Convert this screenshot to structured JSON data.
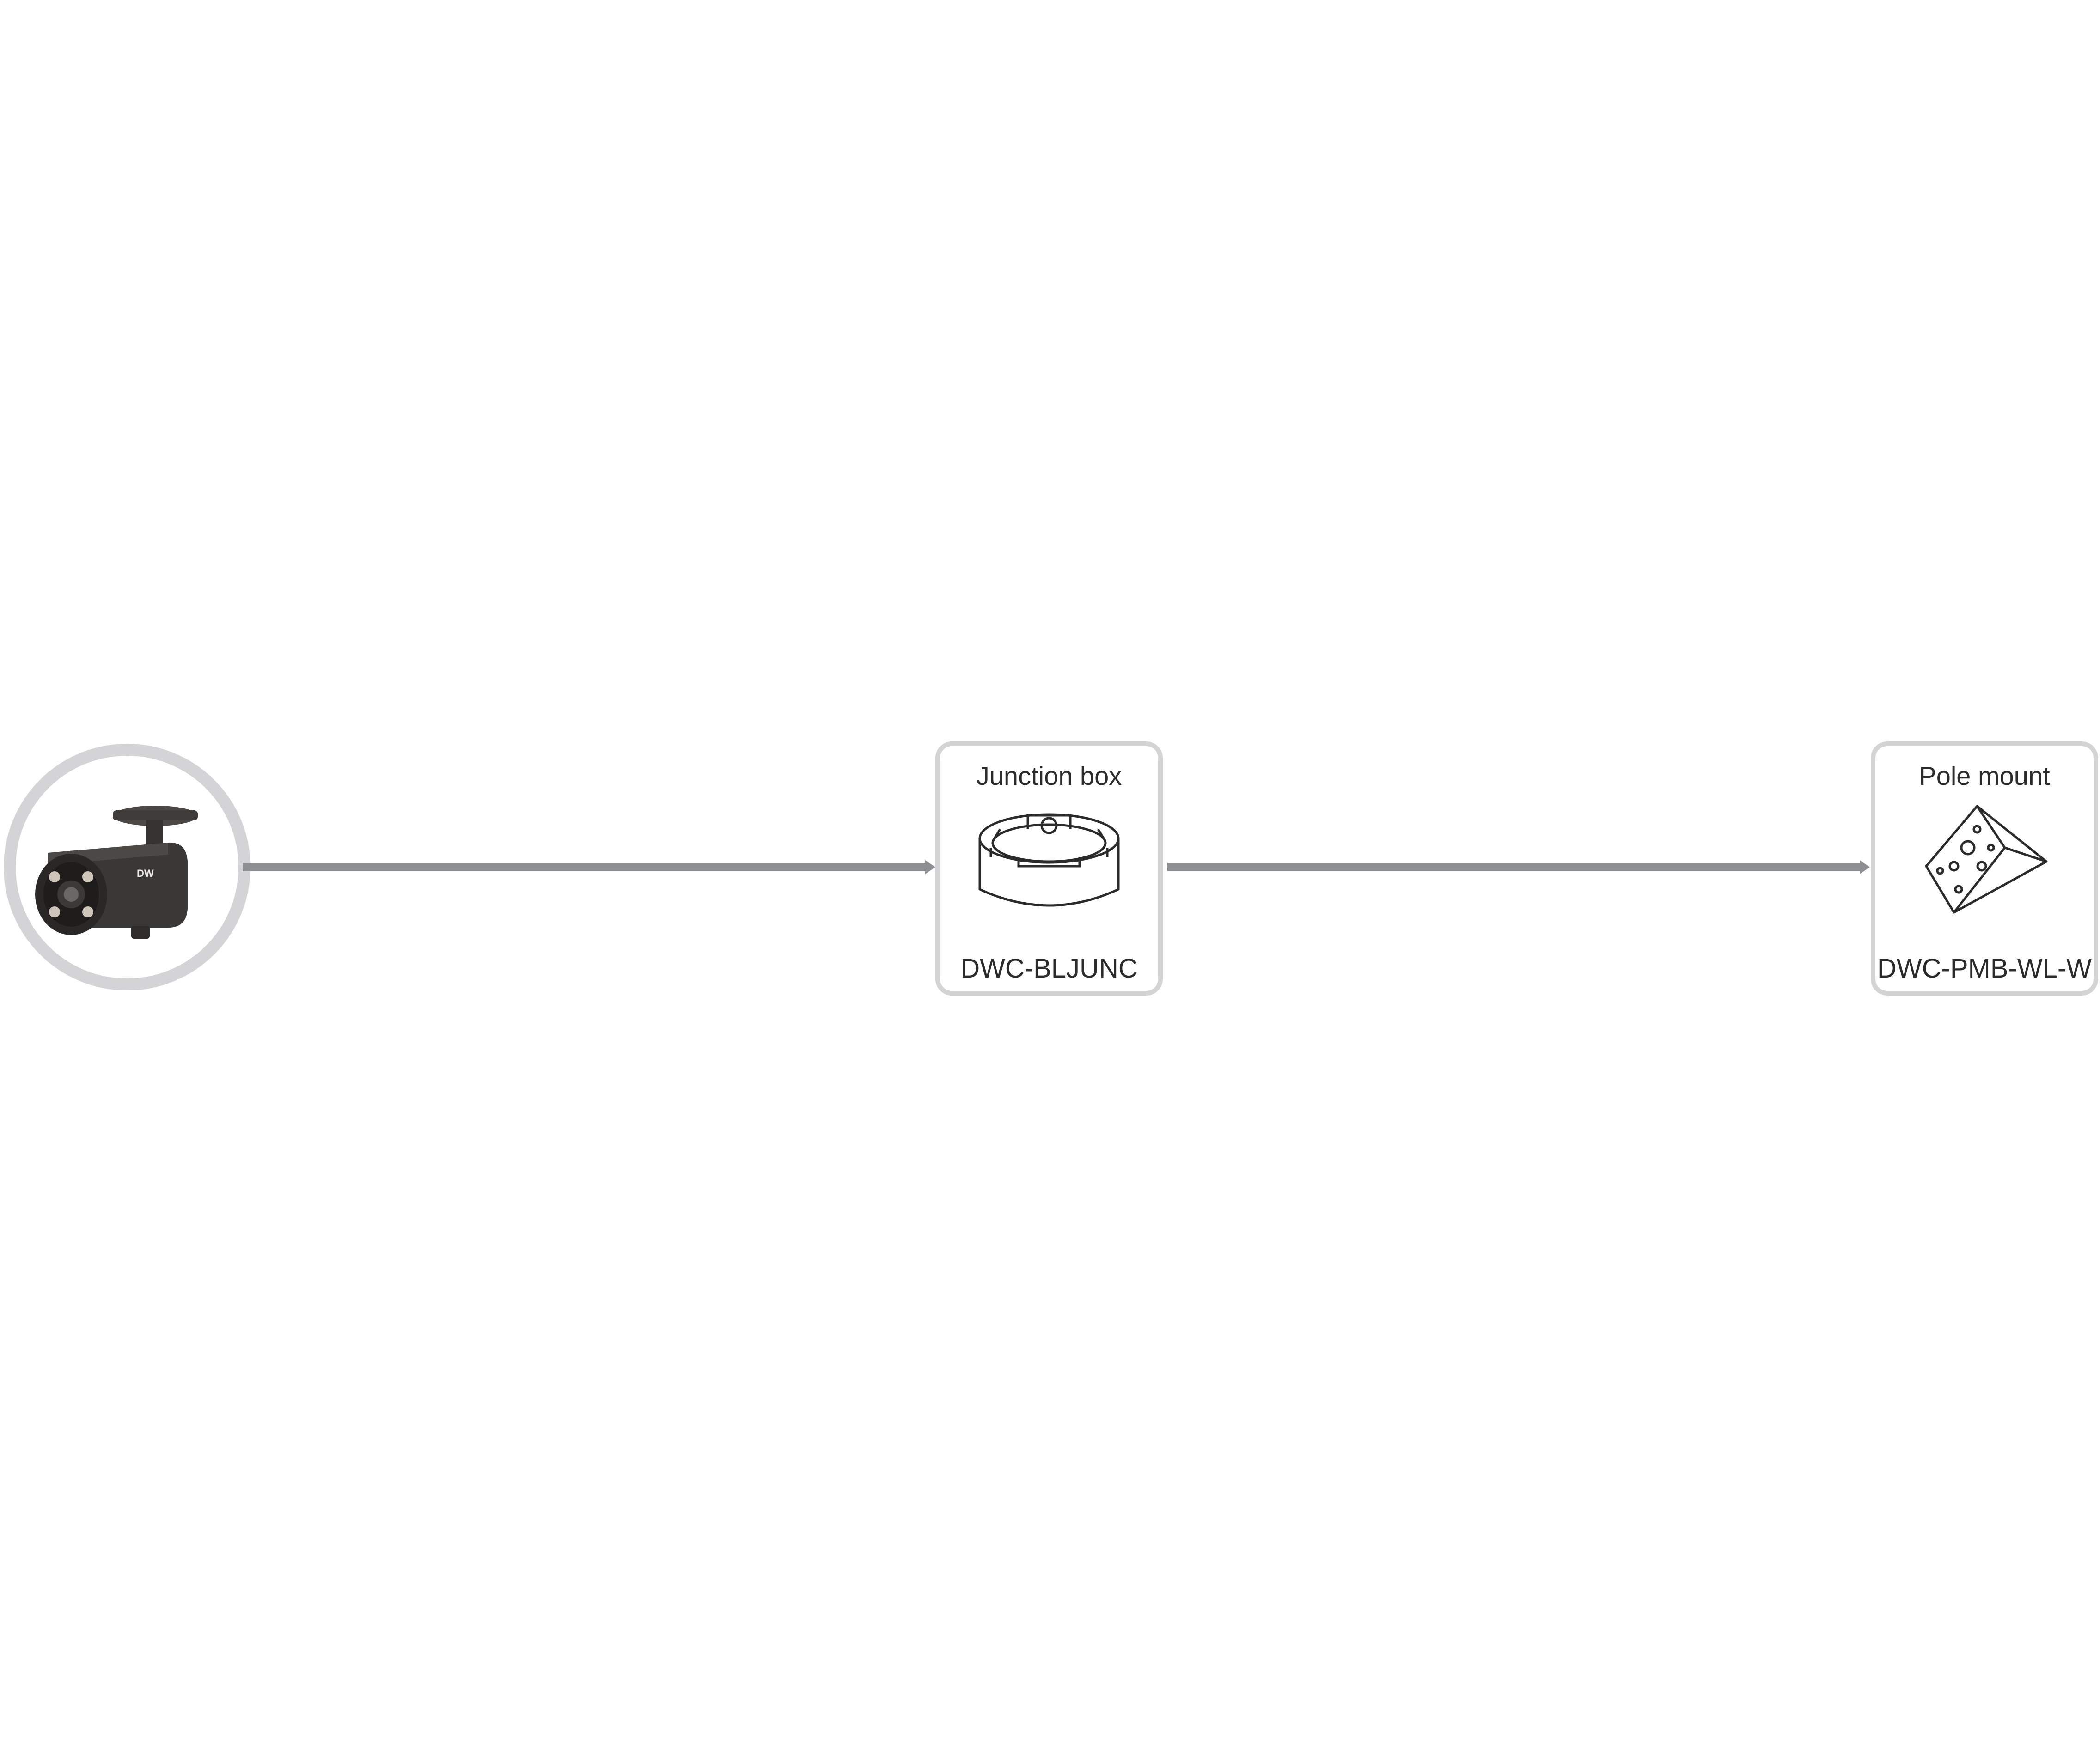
{
  "nodes": [
    {
      "title": "Junction box",
      "model": "DWC-BLJUNC",
      "icon": "junction-box-icon"
    },
    {
      "title": "Pole mount",
      "model": "DWC-PMB-WL-W",
      "icon": "pole-mount-bracket-icon"
    }
  ],
  "camera": {
    "icon": "bullet-camera-icon",
    "badge": "DW"
  },
  "colors": {
    "ring": "#d4d4d6",
    "connector": "#8e8f92",
    "text": "#2b2b2d",
    "camera_body": "#3a3836"
  }
}
